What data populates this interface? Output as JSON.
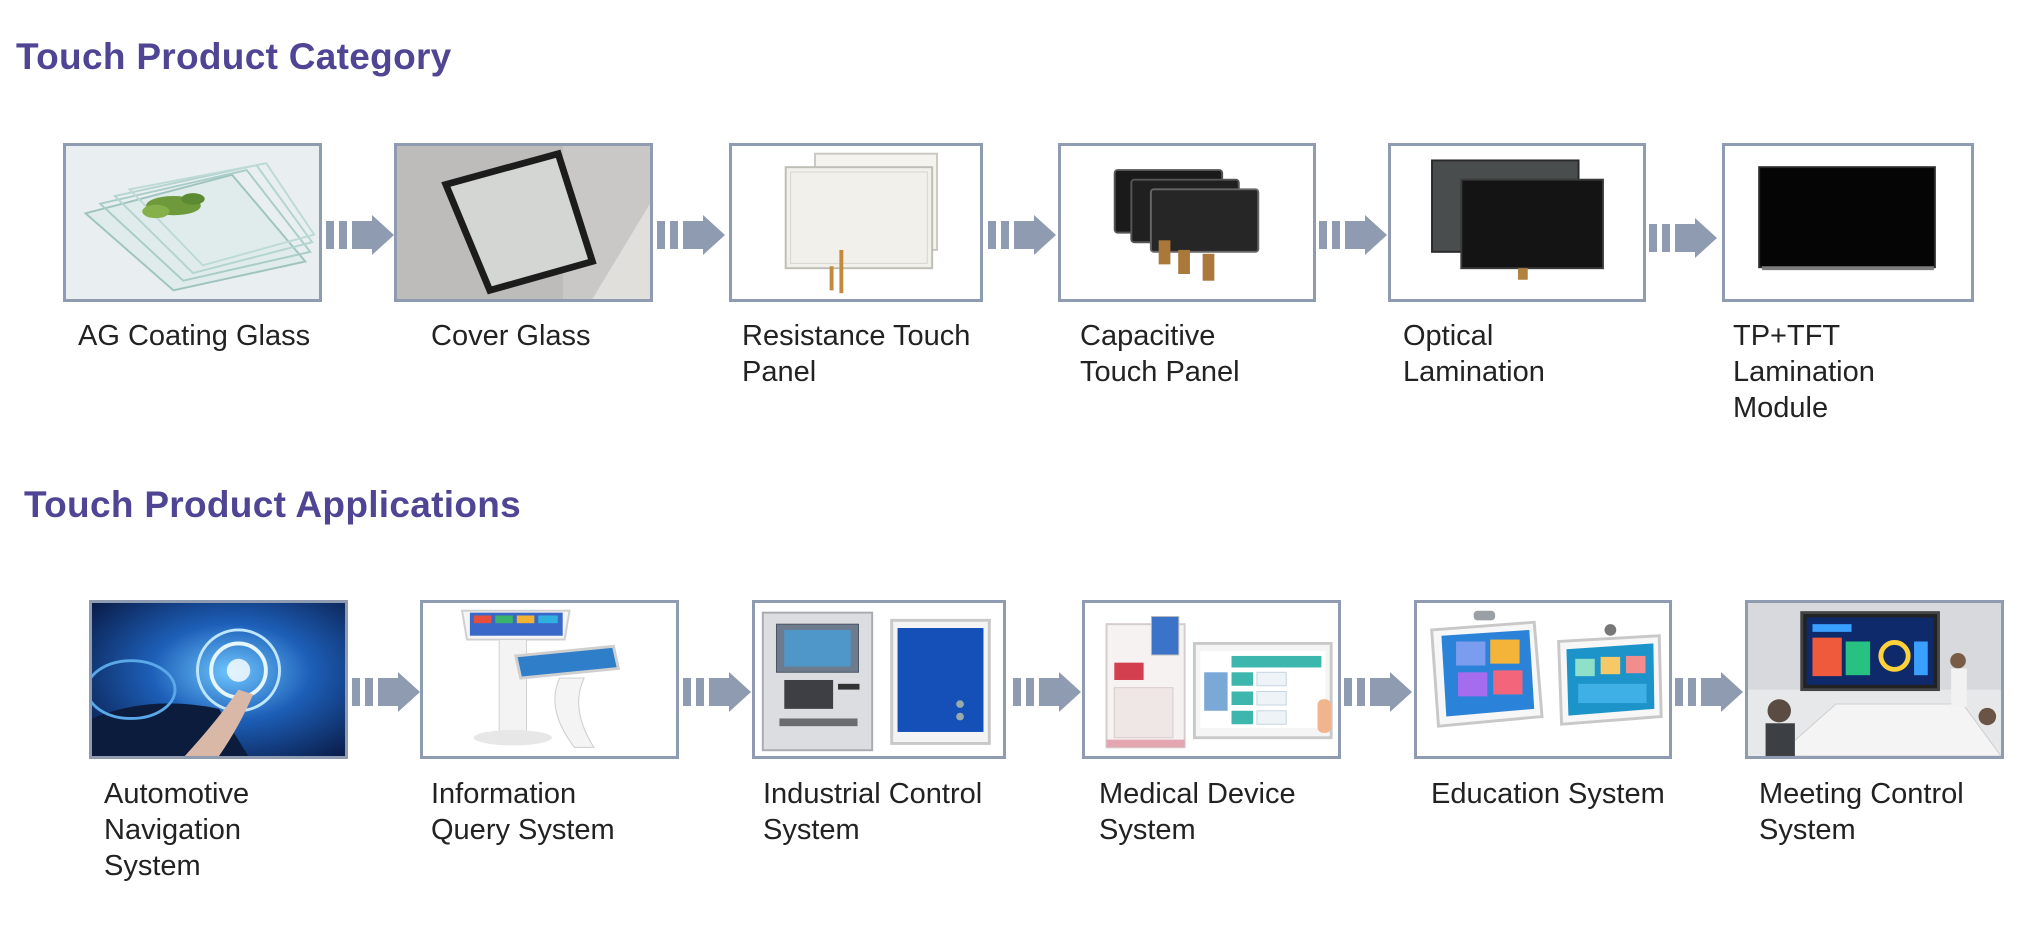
{
  "sections": [
    {
      "title": "Touch Product Category",
      "items": [
        {
          "label": "AG Coating Glass",
          "image_icon": "glass-sheets-icon"
        },
        {
          "label": "Cover Glass",
          "image_icon": "cover-glass-frame-icon"
        },
        {
          "label": "Resistance Touch\nPanel",
          "image_icon": "resistive-panel-icon"
        },
        {
          "label": "Capacitive\nTouch Panel",
          "image_icon": "capacitive-panel-icon"
        },
        {
          "label": "Optical\nLamination",
          "image_icon": "optical-lamination-icon"
        },
        {
          "label": "TP+TFT\nLamination\nModule",
          "image_icon": "lcd-module-icon"
        }
      ]
    },
    {
      "title": "Touch Product Applications",
      "items": [
        {
          "label": "Automotive\nNavigation\nSystem",
          "image_icon": "car-navigation-icon"
        },
        {
          "label": "Information\nQuery System",
          "image_icon": "kiosk-icon"
        },
        {
          "label": "Industrial Control\nSystem",
          "image_icon": "atm-and-monitor-icon"
        },
        {
          "label": "Medical Device\nSystem",
          "image_icon": "medical-terminal-icon"
        },
        {
          "label": "Education System",
          "image_icon": "education-tablet-icon"
        },
        {
          "label": "Meeting Control\nSystem",
          "image_icon": "meeting-room-icon"
        }
      ]
    }
  ],
  "colors": {
    "title": "#4f4594",
    "border": "#8e9bb0",
    "arrow": "#8e9bb0",
    "text": "#222222"
  }
}
